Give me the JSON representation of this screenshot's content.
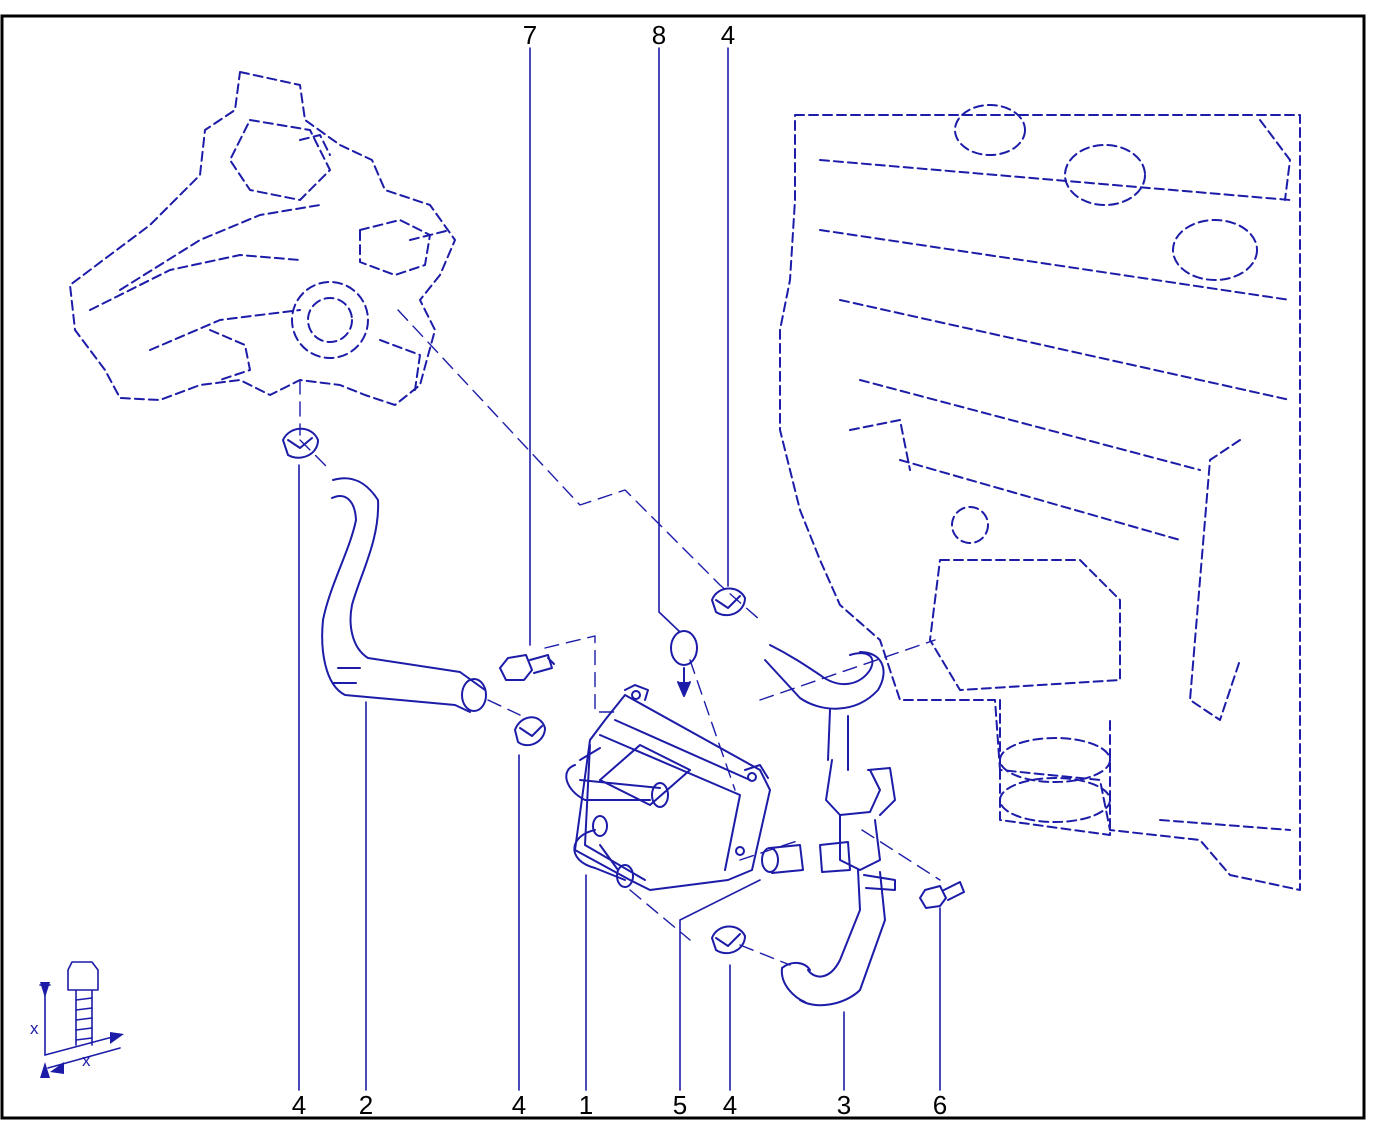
{
  "callouts_top": [
    {
      "id": "c7",
      "label": "7"
    },
    {
      "id": "c8",
      "label": "8"
    },
    {
      "id": "c4t",
      "label": "4"
    }
  ],
  "callouts_bottom": [
    {
      "id": "b4a",
      "label": "4"
    },
    {
      "id": "b2",
      "label": "2"
    },
    {
      "id": "b4b",
      "label": "4"
    },
    {
      "id": "b1",
      "label": "1"
    },
    {
      "id": "b5",
      "label": "5"
    },
    {
      "id": "b4c",
      "label": "4"
    },
    {
      "id": "b3",
      "label": "3"
    },
    {
      "id": "b6",
      "label": "6"
    }
  ],
  "legend": {
    "x_vertical": "x",
    "x_horizontal": "x"
  },
  "colors": {
    "line_art": "#1c1ca8",
    "frame": "#000000",
    "background": "#ffffff"
  }
}
